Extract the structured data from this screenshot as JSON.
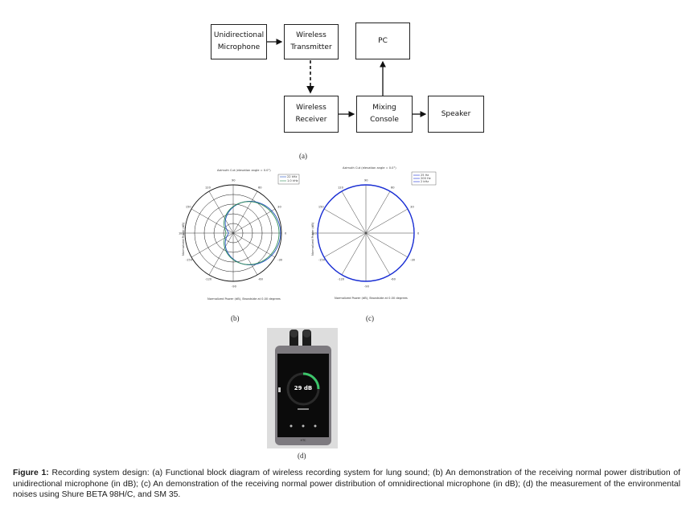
{
  "diagram_a": {
    "nodes": {
      "microphone": "Unidirectional\nMicrophone",
      "transmitter": "Wireless\nTransmitter",
      "pc": "PC",
      "receiver": "Wireless\nReceiver",
      "mixing": "Mixing\nConsole",
      "speaker": "Speaker"
    },
    "panel_label": "(a)"
  },
  "plot_b": {
    "panel_label": "(b)",
    "title": "Azimuth Cut (elevation angle = 0.0°)",
    "legend": [
      "22 kHz",
      "1.0 kHz"
    ],
    "ylabel": "Normalized Power (dB)",
    "xlabel": "Normalized Power (dB), Broadside at 0.00 degrees",
    "series_colors": [
      "#1f4fbf",
      "#2e8b57"
    ]
  },
  "plot_c": {
    "panel_label": "(c)",
    "title": "Azimuth Cut (elevation angle = 0.0°)",
    "legend": [
      "25 Hz",
      "200 Hz",
      "2 kHz"
    ],
    "ylabel": "Normalized Power (dB)",
    "xlabel": "Normalized Power (dB), Broadside at 0.00 degrees",
    "series_colors": [
      "#1a2fd6"
    ]
  },
  "photo_d": {
    "panel_label": "(d)",
    "meter_value": "29 dB",
    "brand": "HTC"
  },
  "caption": {
    "bold": "Figure 1:",
    "text": " Recording system design: (a) Functional block diagram of wireless recording system for lung sound; (b) An demonstration of the receiving normal power distribution of unidirectional microphone (in dB); (c) An demonstration of the receiving normal power distribution of omnidirectional microphone (in dB); (d) the measurement of the environmental noises using Shure BETA 98H/C, and SM 35."
  }
}
